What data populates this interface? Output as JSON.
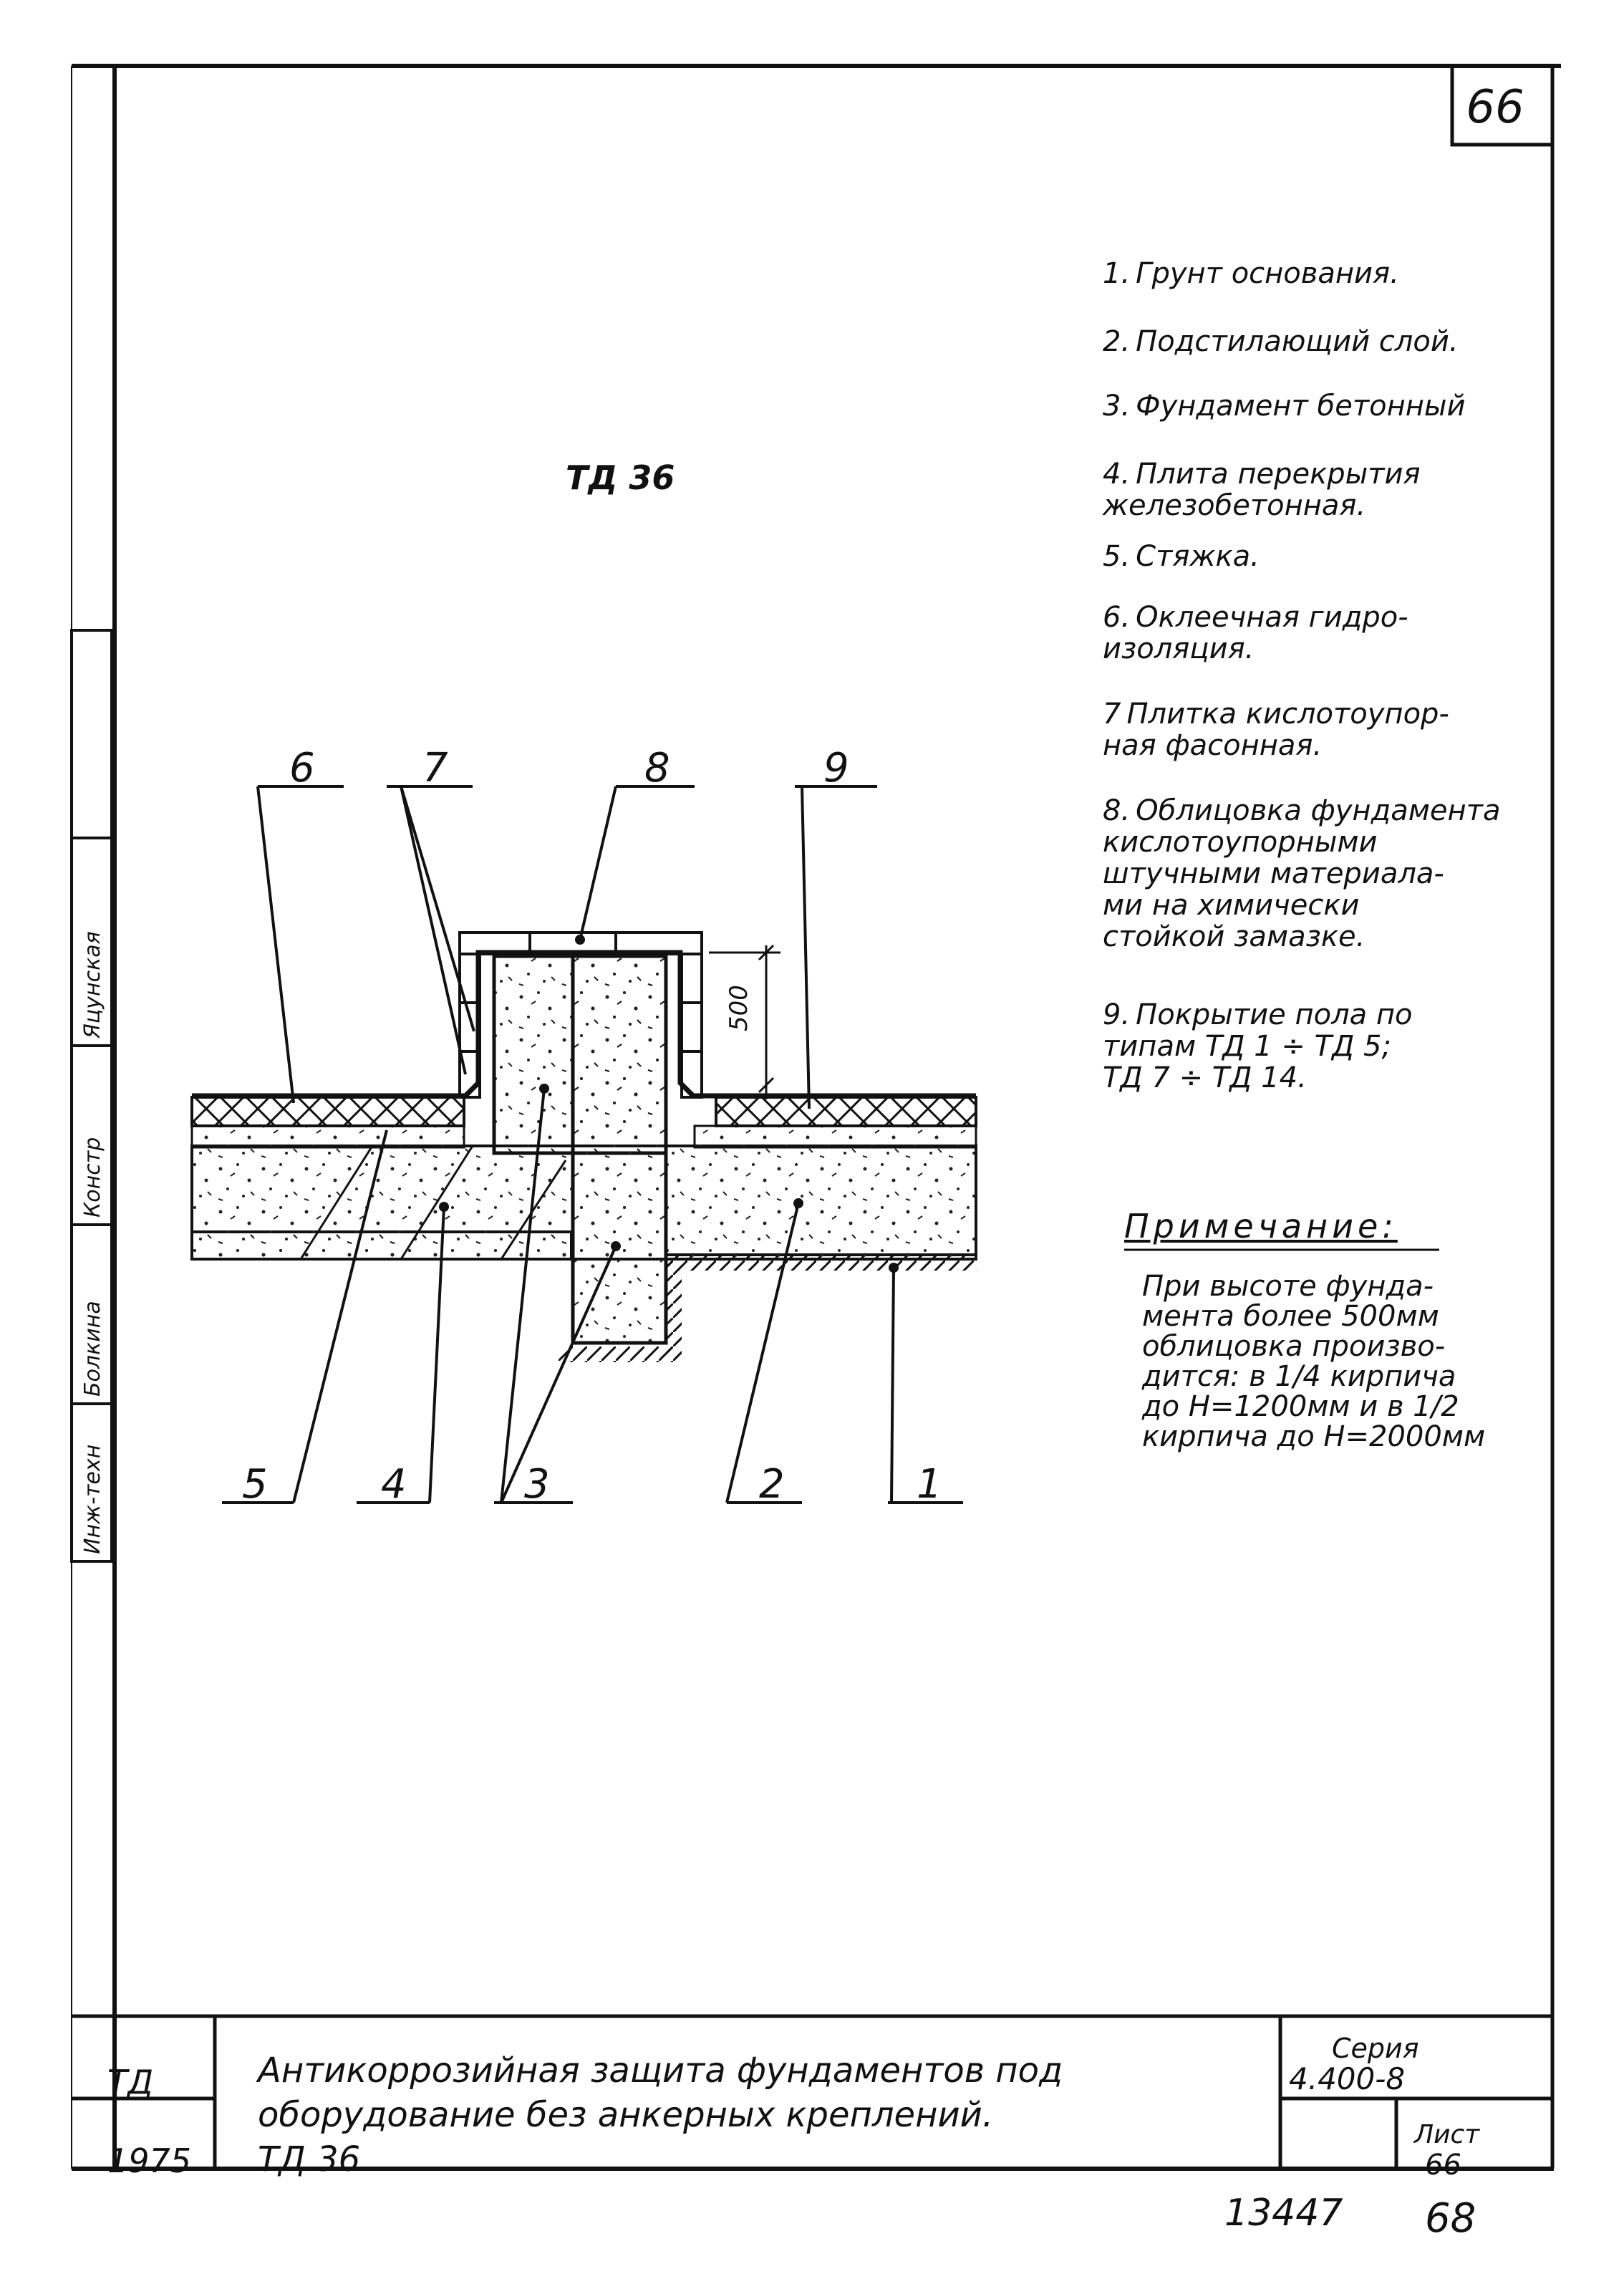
{
  "page_number": "66",
  "drawing_title": "ТД 36",
  "legend": [
    {
      "num": "1.",
      "text": "Грунт основания."
    },
    {
      "num": "2.",
      "text": "Подстилающий слой."
    },
    {
      "num": "3.",
      "text": "Фундамент бетонный"
    },
    {
      "num": "4.",
      "text": "Плита перекрытия\nжелезобетонная."
    },
    {
      "num": "5.",
      "text": "Стяжка."
    },
    {
      "num": "6.",
      "text": "Оклеечная гидро-\nизоляция."
    },
    {
      "num": "7",
      "text": "Плитка кислотоупор-\nная фасонная."
    },
    {
      "num": "8.",
      "text": "Облицовка фундамента\nкислотоупорными\nштучными материала-\nми на химически\nстойкой замазке."
    },
    {
      "num": "9.",
      "text": "Покрытие пола по\nтипам ТД 1 ÷ ТД 5;\nТД 7 ÷ ТД 14."
    }
  ],
  "note": {
    "title": "Примечание:",
    "text": "При высоте фунда-\nмента более 500мм\nоблицовка произво-\nдится: в 1/4 кирпича\nдо Н=1200мм и в 1/2\nкирпича до Н=2000мм"
  },
  "callouts": {
    "c1": "1",
    "c2": "2",
    "c3": "3",
    "c4": "4",
    "c5": "5",
    "c6": "6",
    "c7": "7",
    "c8": "8",
    "c9": "9"
  },
  "dimension": "500",
  "title_block": {
    "code": "ТД",
    "year": "1975",
    "title": "Антикоррозийная защита фундаментов под\nоборудование без анкерных креплений.\nТД 36.",
    "series_label": "Серия",
    "series_value": "4.400-8",
    "sheet_label": "Лист",
    "sheet_value": "66"
  },
  "side_stamp": {
    "c1": "Инж-техн",
    "c2": "Болкина",
    "c3": "Констр",
    "c4": "Яцунская"
  },
  "stamp_bottom": {
    "a": "13447",
    "b": "68"
  }
}
